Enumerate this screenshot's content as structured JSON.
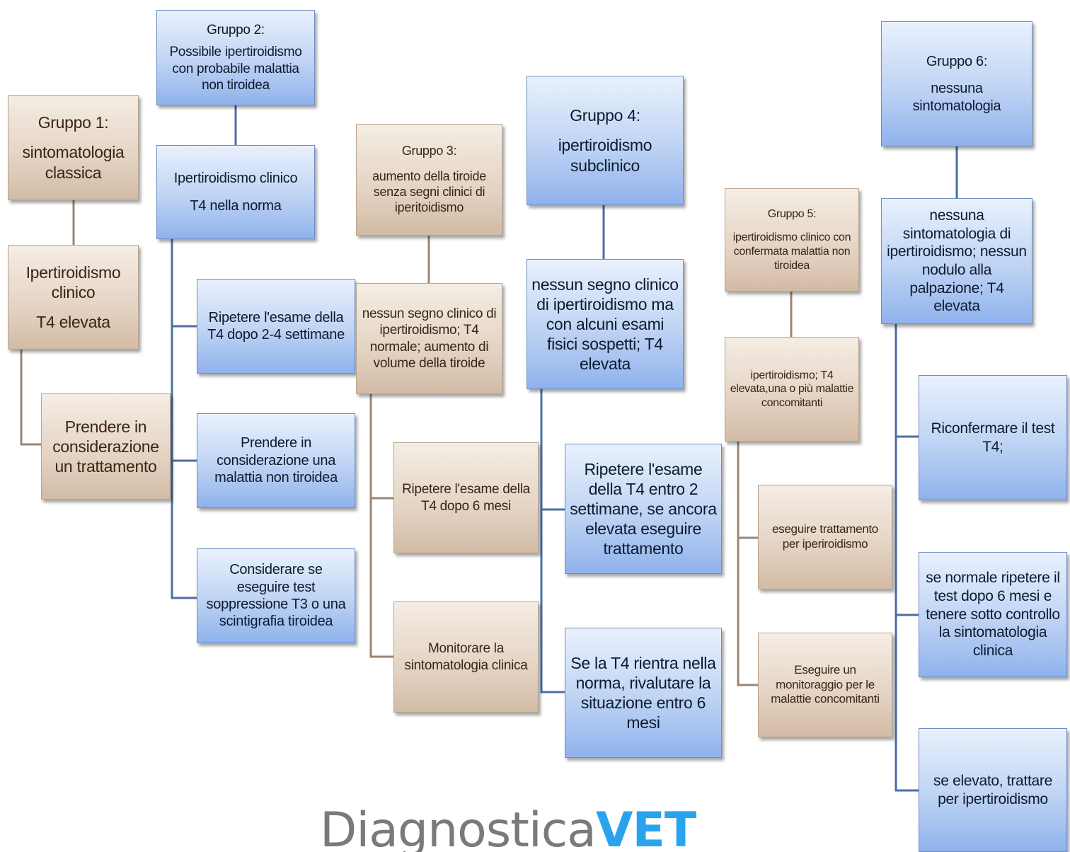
{
  "colors": {
    "blue_box": "#bed3f4",
    "tan_box": "#e4d3c3",
    "blue_line": "#4a6fa5",
    "tan_line": "#9b8471",
    "logo_gray": "#7a7a7a",
    "logo_blue": "#2aa3ef"
  },
  "g1": {
    "header": [
      "Gruppo 1:",
      "sintomatologia",
      "classica"
    ],
    "sub": [
      "Ipertiroidismo",
      "clinico",
      "T4 elevata"
    ],
    "action": "Prendere in considerazione un trattamento"
  },
  "g2": {
    "header": [
      "Gruppo 2:",
      "Possibile ipertiroidismo con probabile malattia non tiroidea"
    ],
    "sub": [
      "Ipertiroidismo clinico",
      "T4 nella norma"
    ],
    "actions": [
      "Ripetere l'esame della T4 dopo 2-4 settimane",
      "Prendere in considerazione una malattia non tiroidea",
      "Considerare se eseguire test soppressione T3 o una scintigrafia tiroidea"
    ]
  },
  "g3": {
    "header": [
      "Gruppo 3:",
      "aumento della tiroide senza segni clinici di iperitoidismo"
    ],
    "sub": "nessun segno clinico di ipertiroidismo; T4 normale; aumento di volume della tiroide",
    "actions": [
      "Ripetere l'esame della T4 dopo 6 mesi",
      "Monitorare la sintomatologia clinica"
    ]
  },
  "g4": {
    "header": [
      "Gruppo 4:",
      "ipertiroidismo subclinico"
    ],
    "sub": "nessun segno clinico di ipertiroidismo ma con alcuni esami fisici sospetti; T4 elevata",
    "actions": [
      "Ripetere l'esame della T4 entro 2 settimane, se ancora elevata eseguire trattamento",
      "Se la T4 rientra nella norma, rivalutare la situazione entro 6 mesi"
    ]
  },
  "g5": {
    "header": [
      "Gruppo 5:",
      "ipertiroidismo clinico con confermata malattia non tiroidea"
    ],
    "sub": "ipertiroidismo; T4 elevata,una o più malattie concomitanti",
    "actions": [
      "eseguire trattamento per iperiroidismo",
      "Eseguire un monitoraggio per le malattie concomitanti"
    ]
  },
  "g6": {
    "header": [
      "Gruppo 6:",
      "nessuna sintomatologia"
    ],
    "sub": "nessuna sintomatologia di ipertiroidismo; nessun nodulo alla palpazione; T4 elevata",
    "actions": [
      "Riconfermare il test T4;",
      "se normale ripetere il test dopo 6 mesi e tenere sotto controllo la sintomatologia clinica",
      "se elevato, trattare per ipertiroidismo"
    ]
  },
  "logo": {
    "part1": "Diagnostica",
    "part2": "VET"
  }
}
